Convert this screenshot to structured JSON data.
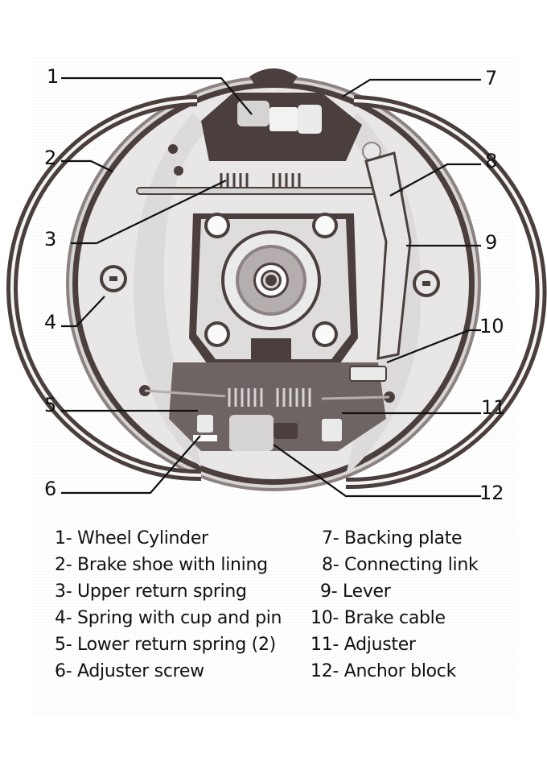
{
  "diagram": {
    "subject": "Drum brake assembly",
    "colors": {
      "dark": "#4a3f3d",
      "mid": "#8c8281",
      "light": "#d6d3d3",
      "lighter": "#ebeaea",
      "white": "#fafafa",
      "line": "#111111"
    },
    "callouts": [
      {
        "number": "1",
        "part": "Wheel Cylinder"
      },
      {
        "number": "2",
        "part": "Brake shoe with lining"
      },
      {
        "number": "3",
        "part": "Upper return spring"
      },
      {
        "number": "4",
        "part": "Spring with cup and pin"
      },
      {
        "number": "5",
        "part": "Lower return spring (2)"
      },
      {
        "number": "6",
        "part": "Adjuster screw"
      },
      {
        "number": "7",
        "part": "Backing plate"
      },
      {
        "number": "8",
        "part": "Connecting link"
      },
      {
        "number": "9",
        "part": "Lever"
      },
      {
        "number": "10",
        "part": "Brake cable"
      },
      {
        "number": "11",
        "part": "Adjuster"
      },
      {
        "number": "12",
        "part": "Anchor block"
      }
    ]
  },
  "legend": {
    "left": [
      "1- Wheel Cylinder",
      "2- Brake shoe with lining",
      "3- Upper return spring",
      "4- Spring with cup and pin",
      "5- Lower return spring (2)",
      "6- Adjuster screw"
    ],
    "right": [
      "7- Backing plate",
      "8- Connecting link",
      "9- Lever",
      "10- Brake cable",
      "11- Adjuster",
      "12- Anchor block"
    ]
  }
}
